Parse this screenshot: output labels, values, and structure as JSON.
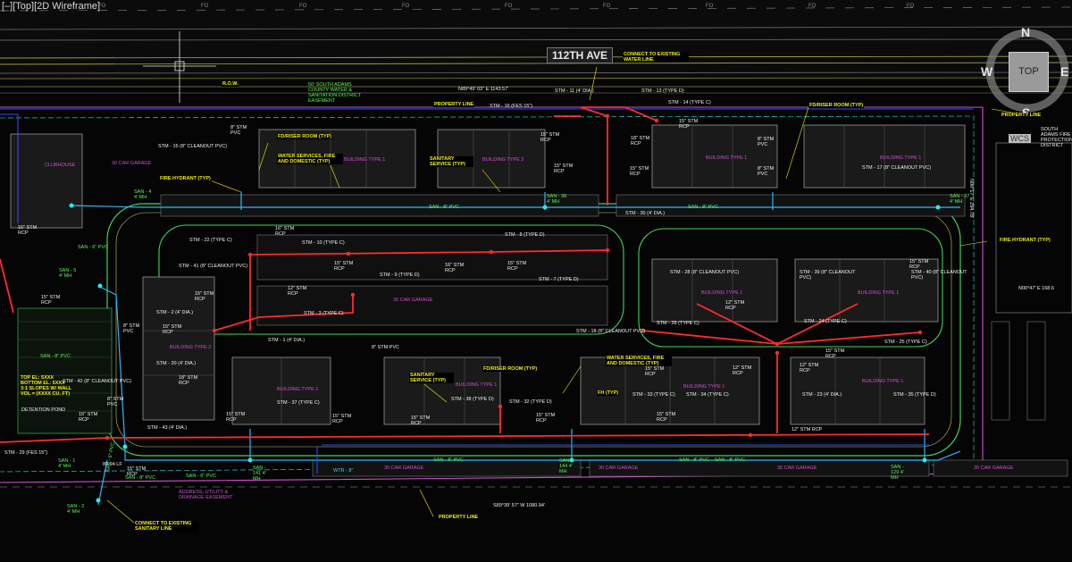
{
  "viewport": {
    "label": "[–][Top][2D Wireframe]"
  },
  "viewcube": {
    "north": "N",
    "south": "S",
    "east": "E",
    "west": "W",
    "face": "TOP",
    "wcs": "WCS"
  },
  "street": {
    "name": "112TH AVE"
  },
  "boundary": {
    "north_bearing": "N89°49' 03\" E 1143.57'",
    "south_bearing": "S89°39' 57\" W 1080.94'",
    "east_bearing": "N00°17' E 294.78'",
    "east_bearing2": "N00°47' E 168.6"
  },
  "callouts": {
    "row": "R.O.W.",
    "property_line_1": "PROPERTY LINE",
    "property_line_2": "PROPERTY LINE",
    "property_line_3": "PROPERTY LINE",
    "connect_water": "CONNECT TO EXISTING WATER LINE",
    "connect_sanitary": "CONNECT TO EXISTING SANITARY LINE",
    "fd_riser_1": "FD/RISER ROOM (TYP)",
    "fd_riser_2": "FD/RISER ROOM (TYP)",
    "fd_riser_3": "FD/RISER ROOM (TYP)",
    "water_services_1": "WATER SERVICES, FIRE AND DOMESTIC (TYP)",
    "water_services_2": "WATER SERVICES, FIRE AND DOMESTIC (TYP)",
    "sanitary_service_1": "SANITARY SERVICE (TYP)",
    "sanitary_service_2": "SANITARY SERVICE (TYP)",
    "fire_hydrant_1": "FIRE HYDRANT (TYP)",
    "fire_hydrant_2": "FIRE HYDRANT (TYP)",
    "fh_typ": "FH (TYP)",
    "detention_pond": "DETENTION POND",
    "pond_note": "TOP EL: 5XXX BOTTOM EL: 5XXX 3:1 SLOPES W/ WALL VOL = (XXXX CU. FT)",
    "easement_north": "50' SOUTH ADAMS COUNTY WATER & SANITATION DISTRICT EASEMENT",
    "easement_south": "ADDRESS, UTILITY & DRAINAGE EASEMENT",
    "adjacent": "SOUTH ADAMS FIRE PROTECTION DISTRICT"
  },
  "storm_labels": [
    "STM - 11 (4' DIA.)",
    "STM - 13 (TYPE D)",
    "STM - 16 (FES 15\")",
    "STM - 14 (TYPE C)",
    "STM - 15 (8\" CLEANOUT PVC)",
    "STM - 22 (TYPE C)",
    "STM - 10 (TYPE C)",
    "STM - 8 (TYPE D)",
    "STM - 9 (TYPE D)",
    "STM - 7 (TYPE D)",
    "STM - 41 (8\" CLEANOUT PVC)",
    "STM - 2 (4' DIA.)",
    "STM - 3 (TYPE C)",
    "STM - 1 (4' DIA.)",
    "STM - 20 (4' DIA.)",
    "STM - 42 (8\" CLEANOUT PVC)",
    "STM - 37 (TYPE C)",
    "STM - 43 (4' DIA.)",
    "STM - 29 (FES 15\")",
    "STM - 38 (TYPE D)",
    "STM - 32 (TYPE D)",
    "STM - 33 (TYPE C)",
    "STM - 34 (TYPE C)",
    "STM - 23 (4' DIA.)",
    "STM - 35 (TYPE D)",
    "STM - 18 (8\" CLEANOUT PVC)",
    "STM - 26 (TYPE C)",
    "STM - 24 (TYPE C)",
    "STM - 25 (TYPE C)",
    "STM - 28 (8\" CLEANOUT PVC)",
    "STM - 39 (8\" CLEANOUT PVC)",
    "STM - 40 (8\" CLEANOUT PVC)",
    "STM - 17 (8\" CLEANOUT PVC)",
    "STM - 30 (4' DIA.)"
  ],
  "pipe_labels": [
    "8\" STM PVC",
    "15\" STM RCP",
    "18\" STM RCP",
    "15\" STM RCP",
    "15\" STM RCP",
    "15\" STM RCP",
    "8\" STM PVC",
    "16\" STM RCP",
    "16\" STM RCP",
    "15\" STM RCP",
    "16\" STM RCP",
    "15\" STM RCP",
    "15\" STM RCP",
    "15\" STM RCP",
    "12\" STM RCP",
    "12\" STM RCP",
    "8\" STM PVC",
    "15\" STM RCP",
    "8\" STM PVC",
    "18\" STM RCP",
    "15\" STM RCP",
    "12\" STM RCP",
    "12\" STM RCP",
    "15\" STM RCP",
    "15\" STM RCP",
    "15\" STM RCP",
    "15\" STM RCP",
    "15\" STM RCP",
    "15\" STM RCP",
    "15\" STM RCP",
    "12\" STM RCP",
    "8\" STM PVC",
    "15\" STM RCP",
    "8\" STM PVC",
    "15\" STM RCP"
  ],
  "sanitary_labels": [
    "SAN - 4 4' MH",
    "SAN - 5 4' MH",
    "SAN - 6\" PVC",
    "SAN - 8\" PVC",
    "SAN - 36 4' MH",
    "SAN - 37 4' MH",
    "SAN - 8\" PVC",
    "SAN - 8\" PVC",
    "SAN - 8\" PVC",
    "SAN - 1 4' MH",
    "SAN - 6\" PVC",
    "SAN - 141 4' MH",
    "SAN - 8\" PVC",
    "SAN - 144 4' MH",
    "SAN - 8\" PVC",
    "SAN - 129 4' MH",
    "SAN - 2 4' MH",
    "SAN - 8\" PVC",
    "SAN - 6\" PVC"
  ],
  "misc_labels": {
    "pipe_length": "89.94 LF",
    "water": "WTR - 8\"",
    "garage_1": "30 CAR GARAGE",
    "garage_2": "30 CAR GARAGE",
    "garage_3": "30 CAR GARAGE",
    "garage_4": "30 CAR GARAGE",
    "garage_5": "30 CAR GARAGE",
    "garage_6": "30 CAR GARAGE"
  },
  "buildings": [
    "BUILDING TYPE 1",
    "BUILDING TYPE 2",
    "BUILDING TYPE 1",
    "BUILDING TYPE 1",
    "BUILDING TYPE 1",
    "BUILDING TYPE 1",
    "BUILDING TYPE 2",
    "BUILDING TYPE 1",
    "BUILDING TYPE 1",
    "BUILDING TYPE 1",
    "BUILDING TYPE 1",
    "CLUBHOUSE"
  ],
  "colors": {
    "background": "#050505",
    "storm": "#ff2b2b",
    "sanitary": "#2ab8ff",
    "water": "#2a4bff",
    "callout": "#f4f400",
    "boundary": "#d24fd2",
    "curb": "#3fd35a"
  }
}
